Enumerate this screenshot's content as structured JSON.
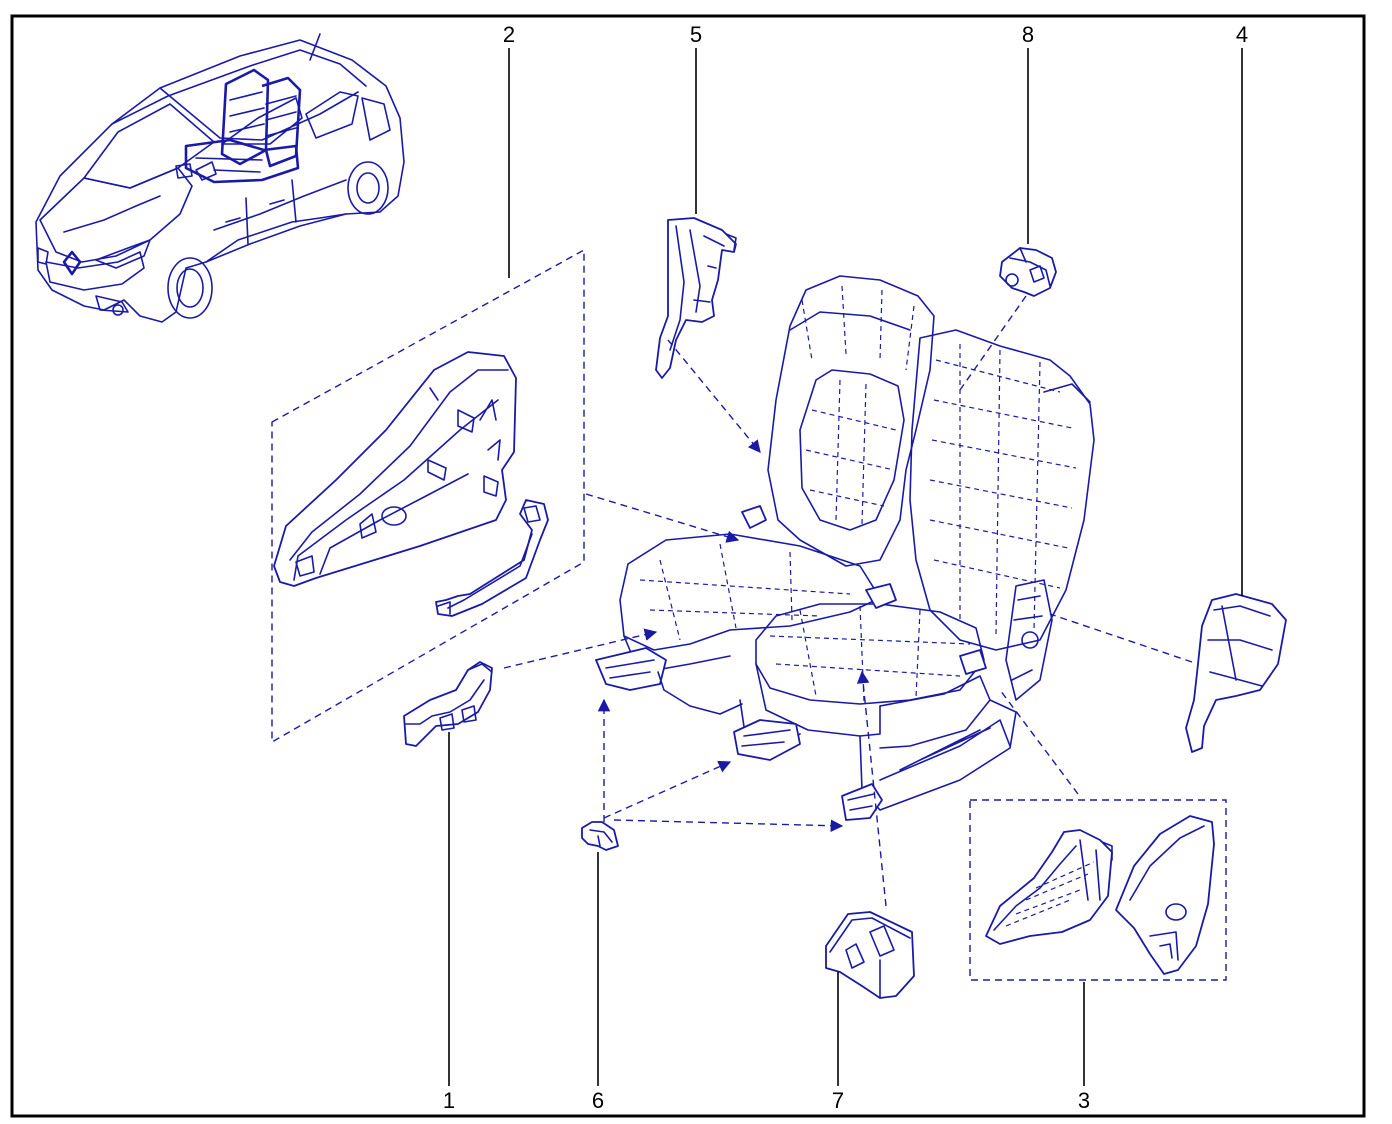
{
  "diagram": {
    "type": "exploded-parts-view",
    "colors": {
      "line": "#1a1aa6",
      "frame": "#000000",
      "background": "#ffffff"
    },
    "callouts": [
      {
        "id": "c1",
        "label": "1"
      },
      {
        "id": "c2",
        "label": "2"
      },
      {
        "id": "c3",
        "label": "3"
      },
      {
        "id": "c4",
        "label": "4"
      },
      {
        "id": "c5",
        "label": "5"
      },
      {
        "id": "c6",
        "label": "6"
      },
      {
        "id": "c7",
        "label": "7"
      },
      {
        "id": "c8",
        "label": "8"
      }
    ]
  }
}
